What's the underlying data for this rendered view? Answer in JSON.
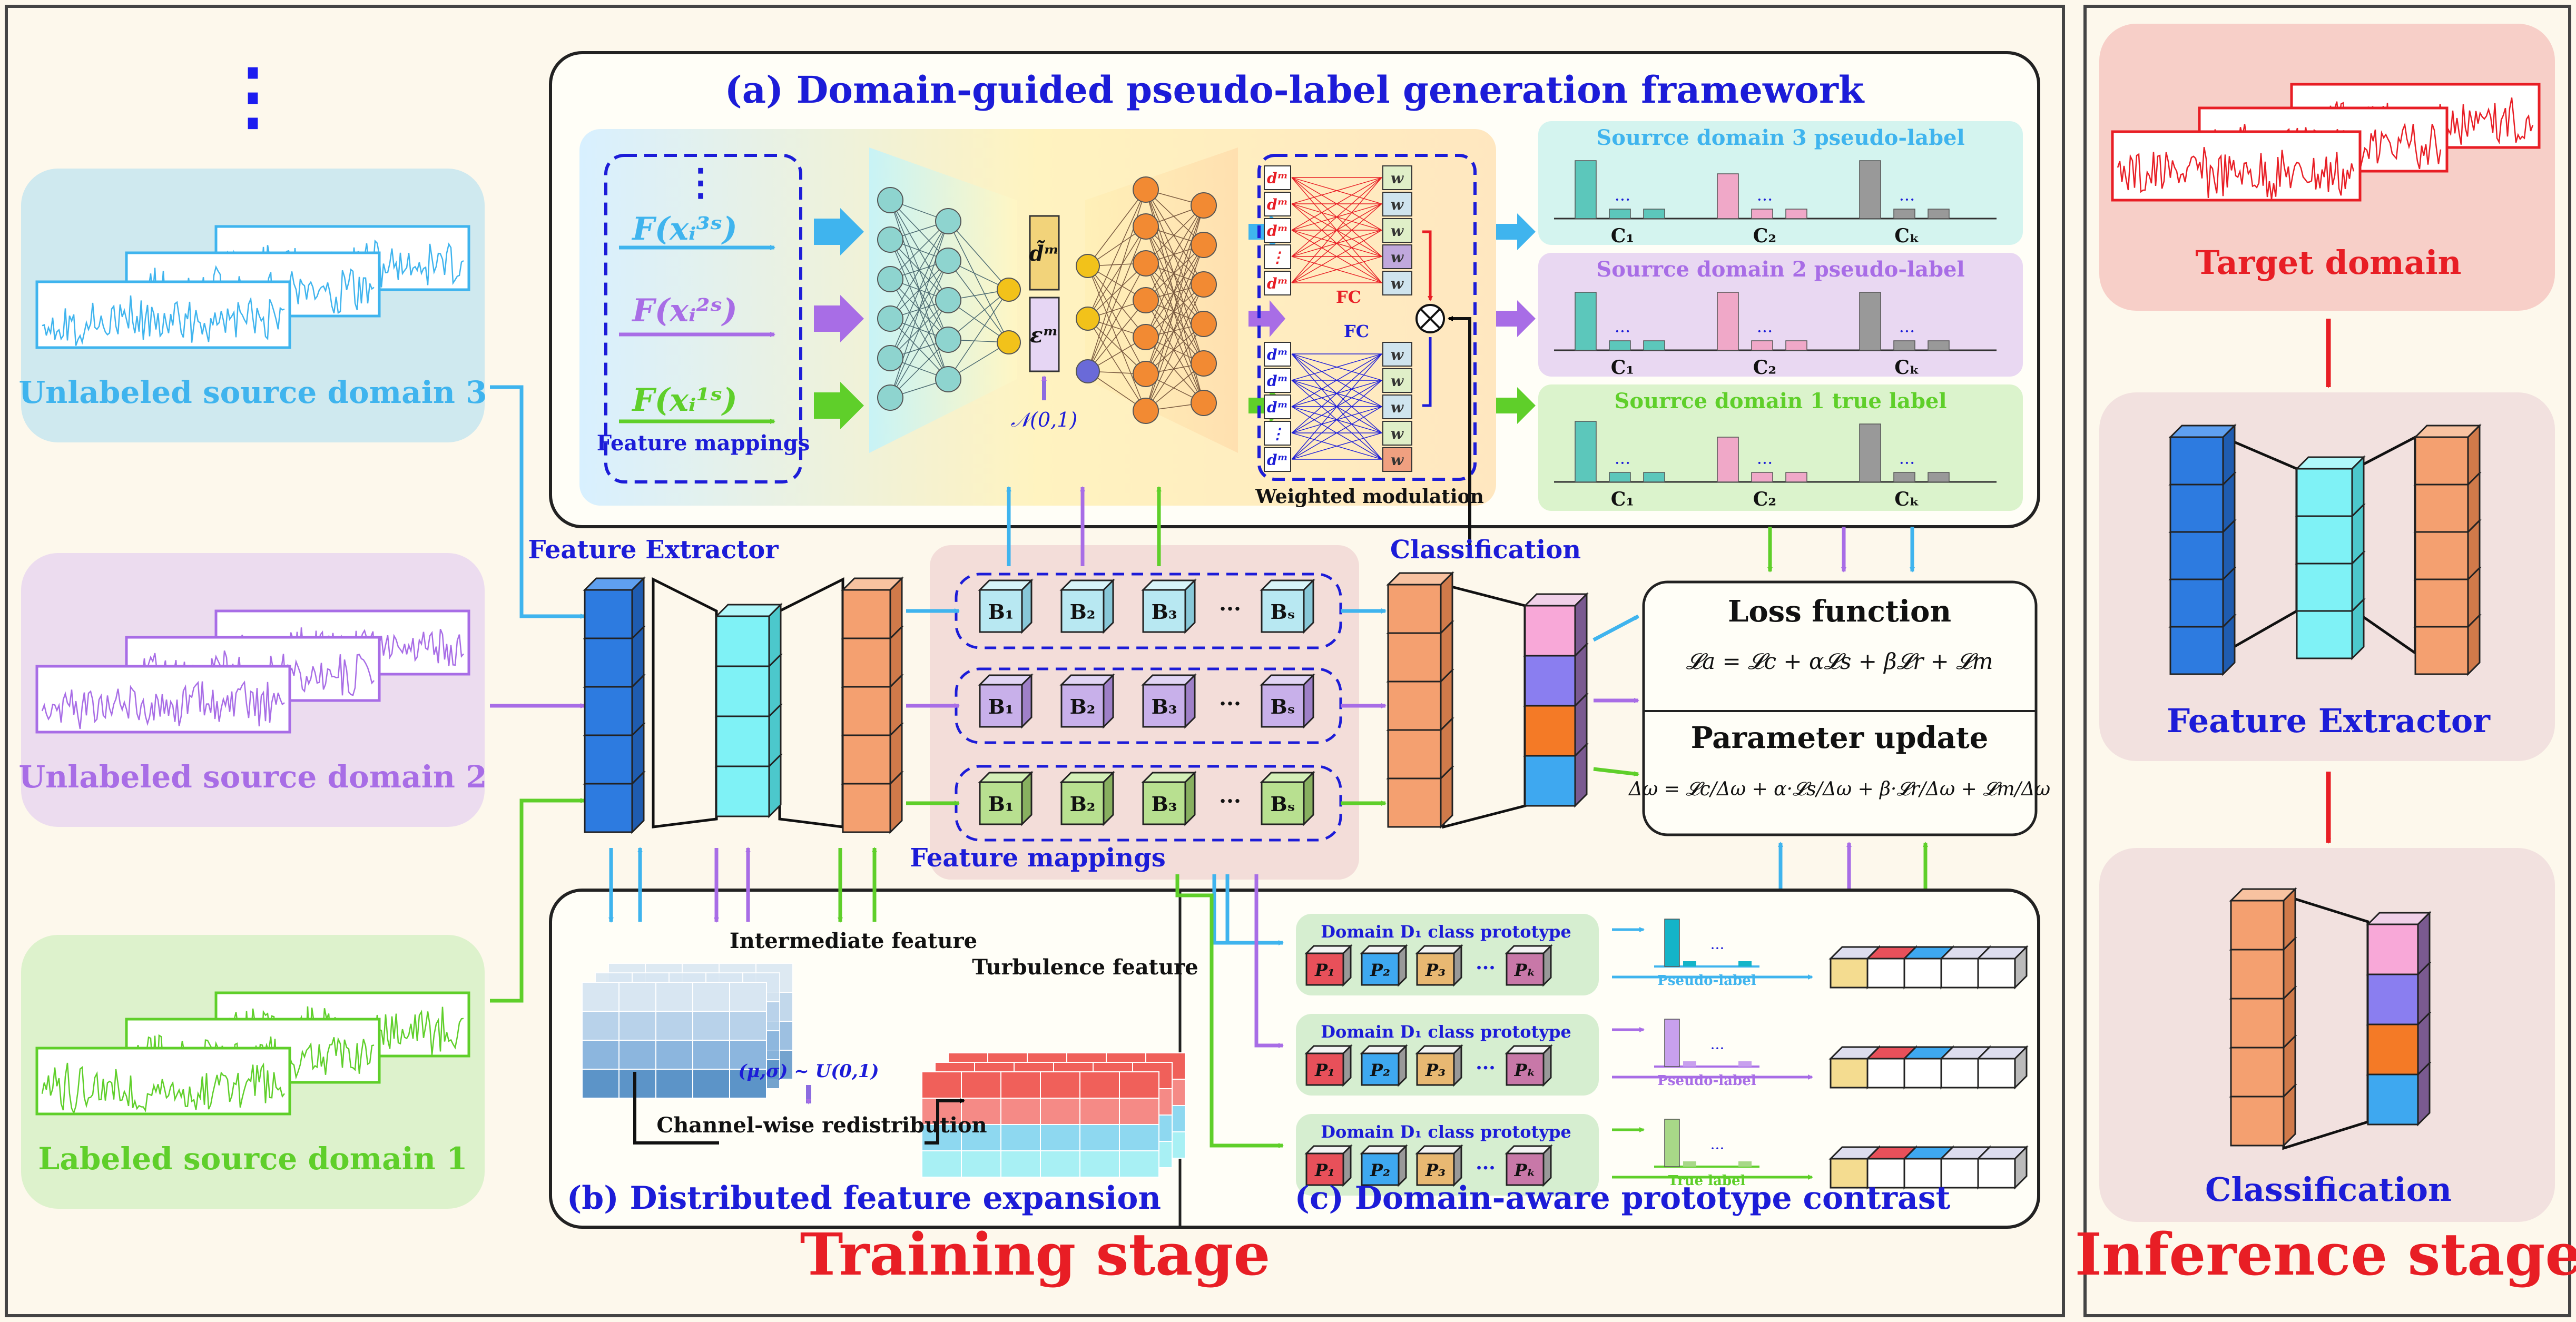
{
  "training_stage": {
    "title": "Training stage",
    "sources": [
      {
        "label": "Unlabeled source domain 3",
        "color": "#3fb4ee"
      },
      {
        "label": "Unlabeled source domain 2",
        "color": "#a86de6"
      },
      {
        "label": "Labeled source domain 1",
        "color": "#5fcf2a"
      }
    ],
    "ellipsis": "⋮",
    "feature_extractor_label": "Feature Extractor",
    "feature_mappings_label": "Feature mappings",
    "block_labels": [
      "B₁",
      "B₂",
      "B₃",
      "···",
      "Bₛ"
    ],
    "classification_label": "Classification",
    "loss": {
      "title": "Loss function",
      "equation": "𝓛a = 𝓛c + α𝓛s + β𝓛r + 𝓛m",
      "update_title": "Parameter update",
      "update_equation": "Δω = 𝓛c/Δω + α·𝓛s/Δω + β·𝓛r/Δω + 𝓛m/Δω"
    }
  },
  "panel_a": {
    "title": "(a) Domain-guided pseudo-label generation framework",
    "inputs": [
      "F(xᵢ³ˢ)",
      "F(xᵢ²ˢ)",
      "F(xᵢ¹ˢ)"
    ],
    "input_dots": "⋮",
    "feature_mappings": "Feature mappings",
    "latent_d": "d̃ᵐ",
    "latent_eps": "εᵐ",
    "normal": "𝒩(0,1)",
    "fc_labels": [
      "FC",
      "FC"
    ],
    "weighted_modulation": "Weighted modulation",
    "dm": "dᵐ",
    "w": "w",
    "outputs": [
      {
        "title": "Sourrce domain 3 pseudo-label",
        "classes": [
          "C₁",
          "C₂",
          "Cₖ"
        ]
      },
      {
        "title": "Sourrce domain 2 pseudo-label",
        "classes": [
          "C₁",
          "C₂",
          "Cₖ"
        ]
      },
      {
        "title": "Sourrce domain 1 true label",
        "classes": [
          "C₁",
          "C₂",
          "Cₖ"
        ]
      }
    ],
    "dots": "···"
  },
  "panel_b": {
    "title": "(b) Distributed feature expansion",
    "intermediate": "Intermediate feature",
    "turbulence": "Turbulence feature",
    "dist": "(μ,σ) ~ U(0,1)",
    "redistribution": "Channel-wise redistribution"
  },
  "panel_c": {
    "title": "(c) Domain-aware  prototype contrast",
    "prototype_title": "Domain D₁ class prototype",
    "prototypes": [
      "P₁",
      "P₂",
      "P₃",
      "···",
      "Pₖ"
    ],
    "row_labels": [
      "Pseudo-label",
      "Pseudo-label",
      "True label"
    ],
    "dots": "···"
  },
  "inference_stage": {
    "title": "Inference stage",
    "target": "Target domain",
    "feature_extractor": "Feature Extractor",
    "classification": "Classification"
  }
}
